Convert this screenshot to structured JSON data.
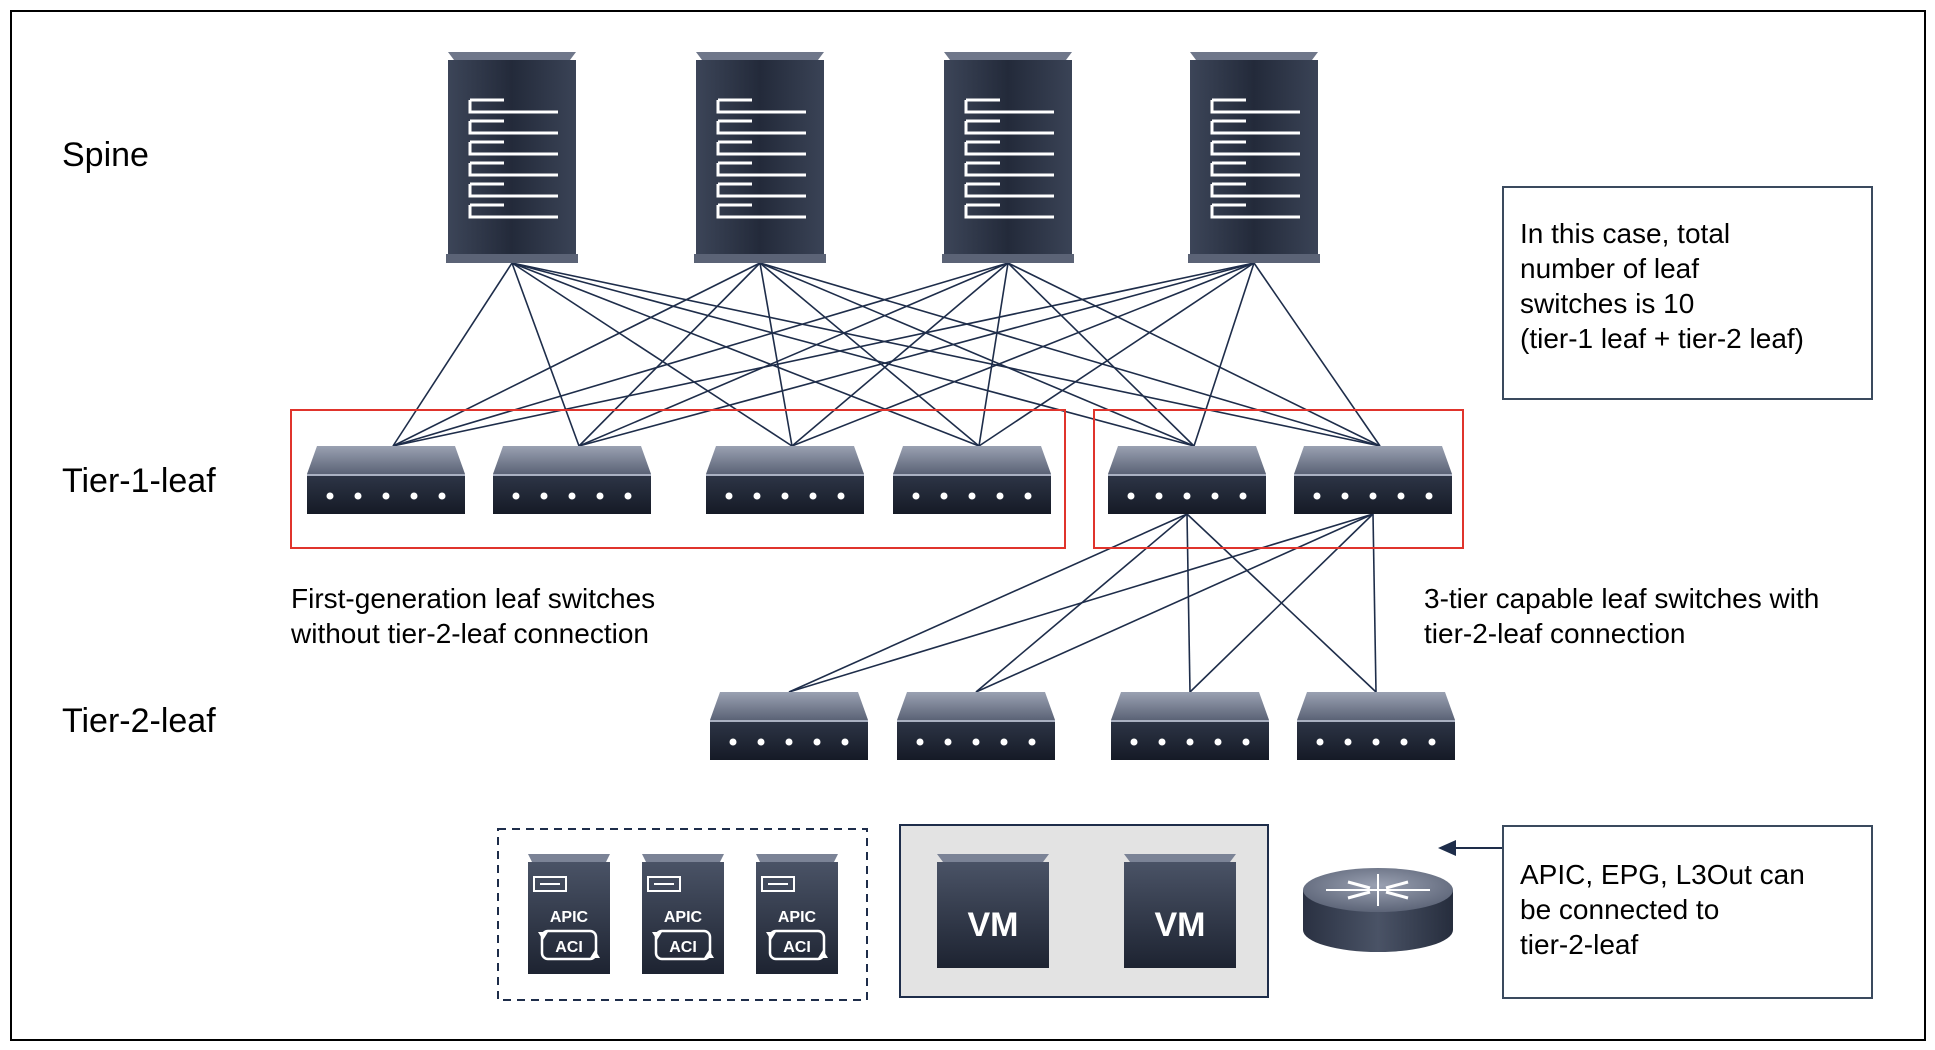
{
  "tiers": {
    "spine": "Spine",
    "tier1": "Tier-1-leaf",
    "tier2": "Tier-2-leaf"
  },
  "captions": {
    "first_gen": [
      "First-generation leaf switches",
      "without tier-2-leaf connection"
    ],
    "three_tier": [
      "3-tier capable leaf switches with",
      "tier-2-leaf connection"
    ]
  },
  "notes": {
    "total": [
      "In this case, total",
      "number of leaf",
      "switches is 10",
      "(tier-1 leaf + tier-2 leaf)"
    ],
    "apic": [
      "APIC, EPG, L3Out can",
      "be connected to",
      "tier-2-leaf"
    ]
  },
  "devices": {
    "apic_label": "APIC",
    "aci_label": "ACI",
    "vm_label": "VM"
  },
  "colors": {
    "link": "#1e2d4a",
    "group_border": "#e0342c",
    "note_border": "#3a4a5e",
    "vm_panel": "#e3e3e3"
  }
}
